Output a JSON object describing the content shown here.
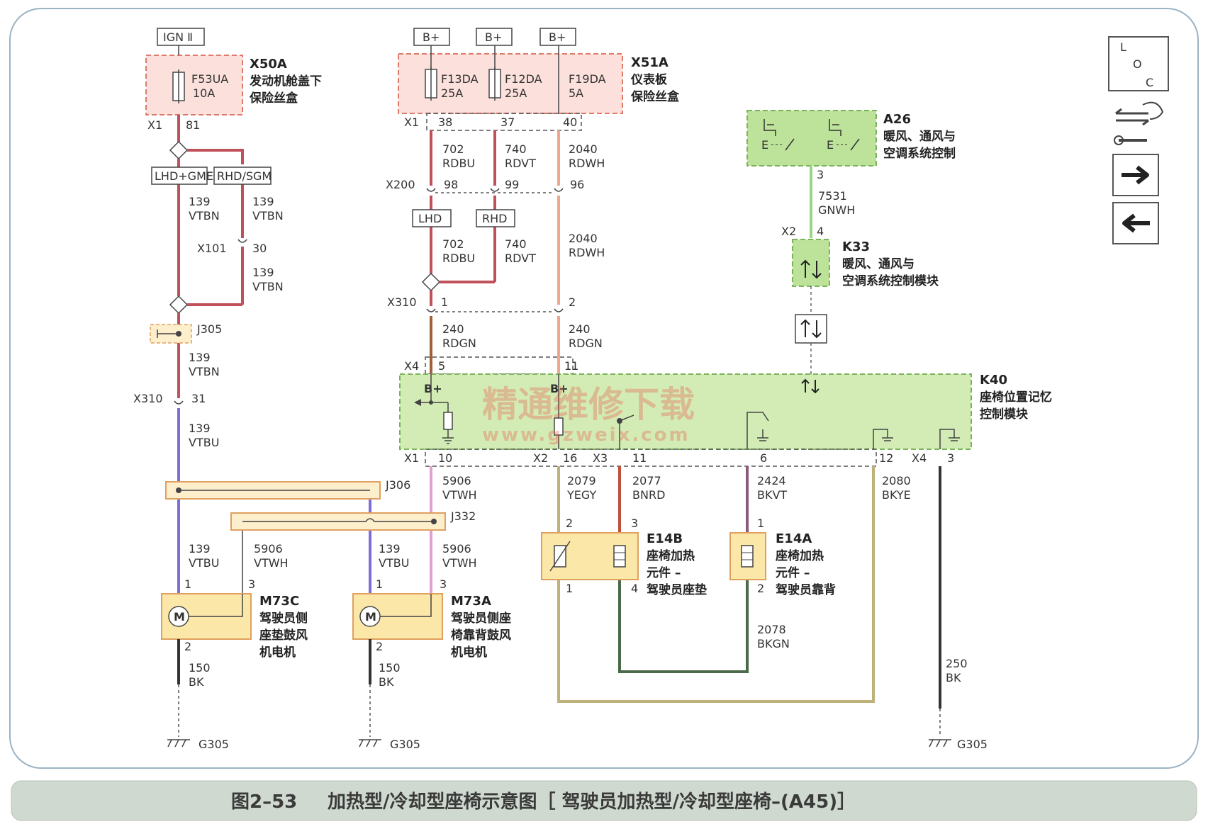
{
  "caption": {
    "figure_no": "图2–53",
    "title": "加热型/冷却型座椅示意图［ 驾驶员加热型/冷却型座椅–(A45)］"
  },
  "watermark": {
    "line1": "精通维修下载",
    "line2": "www.gzweix.com"
  },
  "nav": {
    "loc_l": "L",
    "loc_o": "O",
    "loc_c": "C"
  },
  "power": {
    "ign": "IGN Ⅱ",
    "bplus1": "B+",
    "bplus2": "B+",
    "bplus3": "B+"
  },
  "x50a": {
    "id": "X50A",
    "desc1": "发动机舱盖下",
    "desc2": "保险丝盒",
    "fuse": "F53UA",
    "amp": "10A",
    "conn": "X1",
    "pin": "81"
  },
  "x51a": {
    "id": "X51A",
    "desc1": "仪表板",
    "desc2": "保险丝盒",
    "f1": "F13DA",
    "a1": "25A",
    "f2": "F12DA",
    "a2": "25A",
    "f3": "F19DA",
    "a3": "5A",
    "conn": "X1",
    "p1": "38",
    "p2": "37",
    "p3": "40"
  },
  "left": {
    "opt1": "LHD+GME",
    "opt2": "RHD/SGM",
    "w1n": "139",
    "w1c": "VTBN",
    "w2n": "139",
    "w2c": "VTBN",
    "x101": "X101",
    "x101pin": "30",
    "w3n": "139",
    "w3c": "VTBN",
    "j305": "J305",
    "w4n": "139",
    "w4c": "VTBN",
    "x310": "X310",
    "x310pin": "31",
    "w5n": "139",
    "w5c": "VTBU"
  },
  "mid": {
    "w702n": "702",
    "w702c": "RDBU",
    "w740n": "740",
    "w740c": "RDVT",
    "w2040n": "2040",
    "w2040c": "RDWH",
    "x200": "X200",
    "x200p1": "98",
    "x200p2": "99",
    "x200p3": "96",
    "lhd": "LHD",
    "rhd": "RHD",
    "w702bn": "702",
    "w702bc": "RDBU",
    "w740bn": "740",
    "w740bc": "RDVT",
    "w2040bn": "2040",
    "w2040bc": "RDWH",
    "x310": "X310",
    "x310p1": "1",
    "x310p2": "2",
    "w240an": "240",
    "w240ac": "RDGN",
    "w240bn": "240",
    "w240bc": "RDGN",
    "x4": "X4",
    "x4p1": "5",
    "x4p2": "11"
  },
  "a26": {
    "id": "A26",
    "desc1": "暖风、通风与",
    "desc2": "空调系统控制",
    "pin": "3",
    "wn": "7531",
    "wc": "GNWH",
    "conn": "X2",
    "connpin": "4"
  },
  "k33": {
    "id": "K33",
    "desc1": "暖风、通风与",
    "desc2": "空调系统控制模块"
  },
  "k40": {
    "id": "K40",
    "desc1": "座椅位置记忆",
    "desc2": "控制模块",
    "bplus1": "B+",
    "bplus2": "B+",
    "x1": "X1",
    "x1pin": "10",
    "x2": "X2",
    "x2pin": "16",
    "x3": "X3",
    "x3pin1": "11",
    "x3pin2": "6",
    "x4": "X4",
    "x4pin1": "12",
    "x4pin2": "3"
  },
  "wires_bottom": {
    "w5906n": "5906",
    "w5906c": "VTWH",
    "w2079n": "2079",
    "w2079c": "YEGY",
    "w2077n": "2077",
    "w2077c": "BNRD",
    "w2424n": "2424",
    "w2424c": "BKVT",
    "w2080n": "2080",
    "w2080c": "BKYE",
    "j306": "J306",
    "j332": "J332",
    "w2078n": "2078",
    "w2078c": "BKGN",
    "w250n": "250",
    "w250c": "BK"
  },
  "m73c": {
    "id": "M73C",
    "desc1": "驾驶员侧",
    "desc2": "座垫鼓风",
    "desc3": "机电机",
    "pin1": "1",
    "pin3": "3",
    "pin2": "2",
    "wa_n": "139",
    "wa_c": "VTBU",
    "wb_n": "5906",
    "wb_c": "VTWH",
    "gn": "150",
    "gc": "BK",
    "ground": "G305"
  },
  "m73a": {
    "id": "M73A",
    "desc1": "驾驶员侧座",
    "desc2": "椅靠背鼓风",
    "desc3": "机电机",
    "pin1": "1",
    "pin3": "3",
    "pin2": "2",
    "wa_n": "139",
    "wa_c": "VTBU",
    "wb_n": "5906",
    "wb_c": "VTWH",
    "gn": "150",
    "gc": "BK",
    "ground": "G305"
  },
  "e14b": {
    "id": "E14B",
    "desc1": "座椅加热",
    "desc2": "元件 –",
    "desc3": "驾驶员座垫",
    "pin2": "2",
    "pin3": "3",
    "pin1": "1",
    "pin4": "4"
  },
  "e14a": {
    "id": "E14A",
    "desc1": "座椅加热",
    "desc2": "元件 –",
    "desc3": "驾驶员靠背",
    "pin1": "1",
    "pin2": "2"
  },
  "ground3": {
    "label": "G305"
  }
}
